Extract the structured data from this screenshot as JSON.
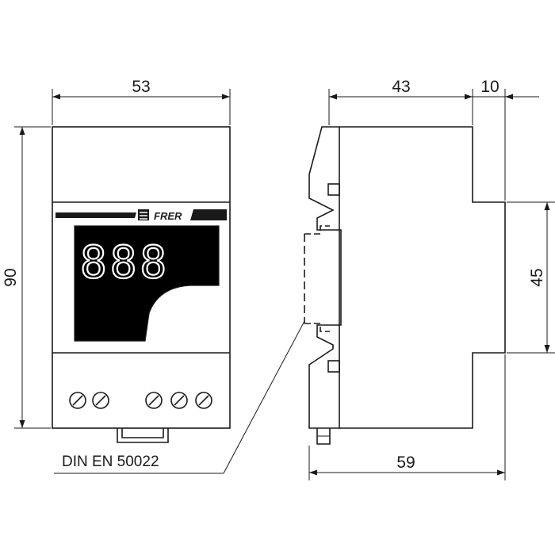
{
  "dimensions": {
    "front_width": "53",
    "front_height": "90",
    "side_depth": "43",
    "side_offset": "10",
    "side_height": "45",
    "side_total": "59"
  },
  "labels": {
    "rail_standard": "DIN EN 50022",
    "brand": "FRER",
    "display_digits": "888"
  },
  "colors": {
    "line": "#1a1a1a",
    "display": "#000000",
    "background": "#ffffff"
  }
}
